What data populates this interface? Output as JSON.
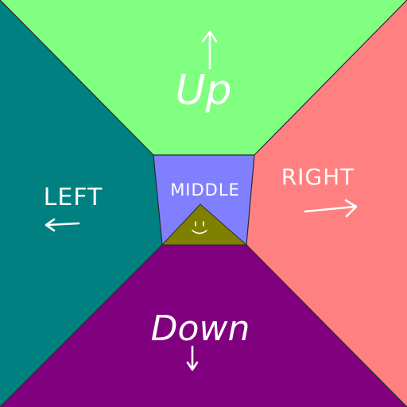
{
  "zones": {
    "up": {
      "label": "Up",
      "color": "#80ff80",
      "arrow_icon": "arrow-up-icon"
    },
    "left": {
      "label": "LEFT",
      "color": "#008080",
      "arrow_icon": "arrow-left-icon"
    },
    "right": {
      "label": "RIGHT",
      "color": "#ff8080",
      "arrow_icon": "arrow-right-icon"
    },
    "down": {
      "label": "Down",
      "color": "#800080",
      "arrow_icon": "arrow-down-icon"
    },
    "middle": {
      "label": "MIDDLE",
      "color": "#8080ff",
      "icon": "smiley-face-icon",
      "icon_bg": "#808000"
    }
  },
  "colors": {
    "label_text": "#ffffff",
    "outline": "#2a2a2a"
  }
}
